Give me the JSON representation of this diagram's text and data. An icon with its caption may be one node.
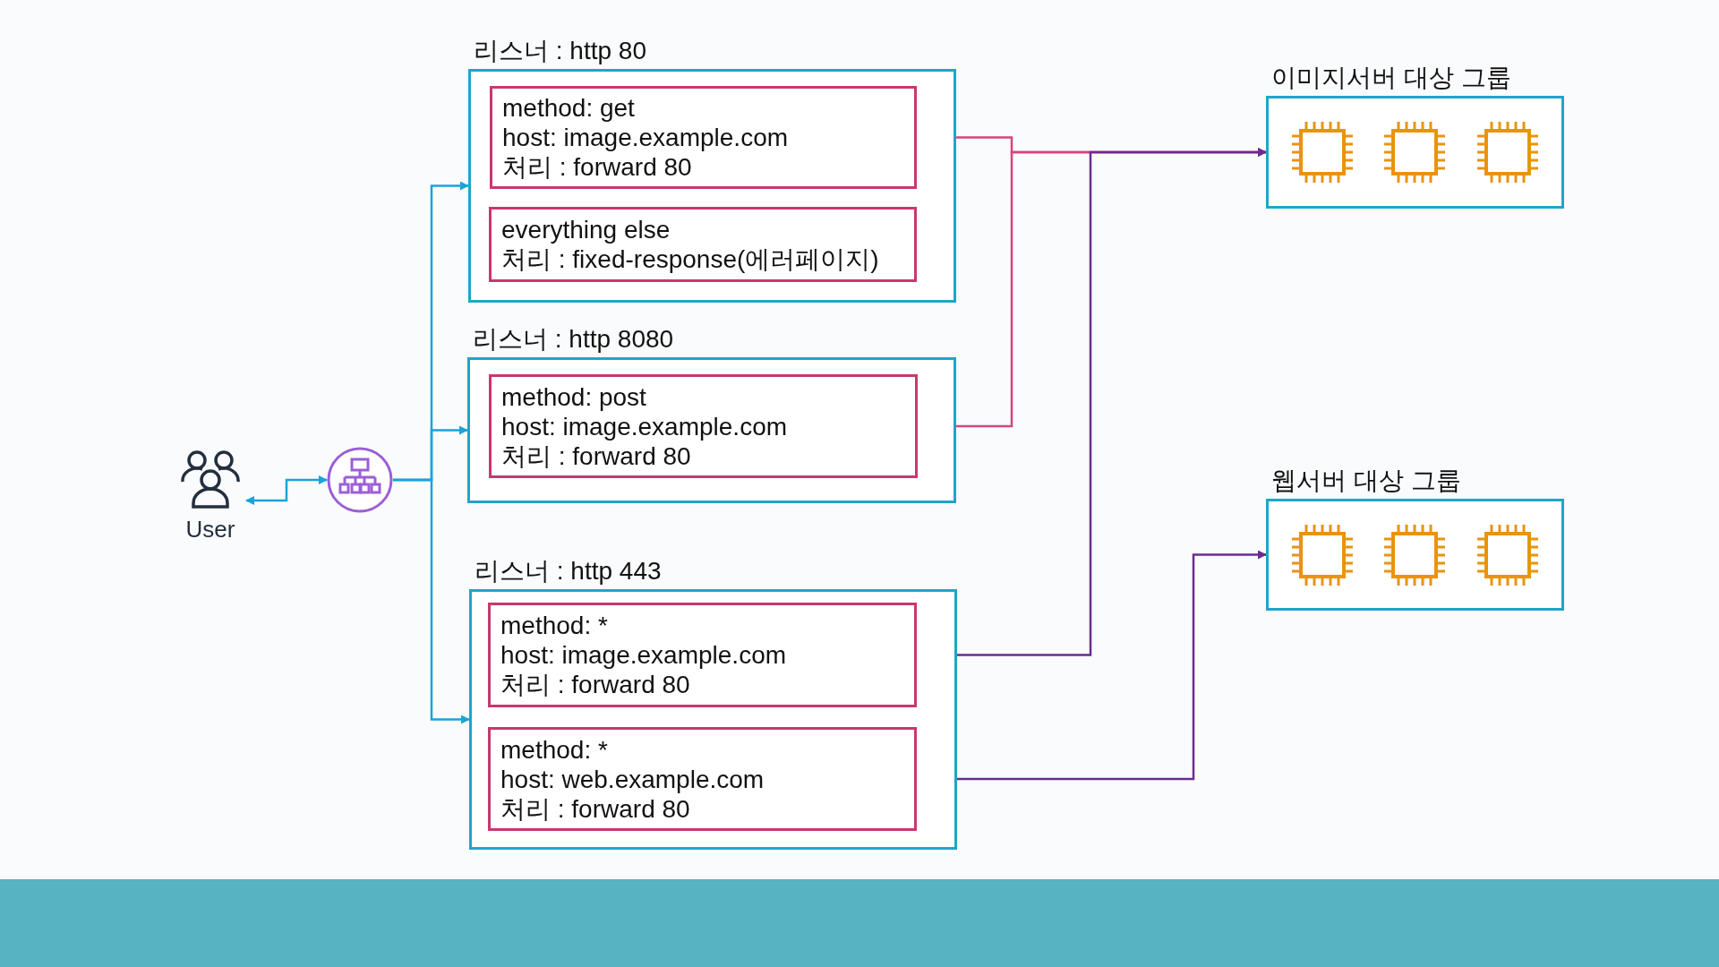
{
  "diagram": {
    "nodes": [
      {
        "text": [
          "User"
        ]
      },
      {
        "text": [],
        "shape": "circle"
      },
      {
        "text": [
          "리스너 : http 80"
        ]
      },
      {
        "text": [
          "method: get",
          "host: image.example.com",
          "처리 : forward 80"
        ],
        "in": 2
      },
      {
        "text": [
          "everything else",
          "처리 : fixed-response(에러페이지)"
        ],
        "in": 2
      },
      {
        "text": [
          "리스너 : http 8080"
        ]
      },
      {
        "text": [
          "method: post",
          "host: image.example.com",
          "처리 : forward 80"
        ],
        "in": 5
      },
      {
        "text": [
          "리스너 : http 443"
        ]
      },
      {
        "text": [
          "method: *",
          "host: image.example.com",
          "처리 : forward 80"
        ],
        "in": 7
      },
      {
        "text": [
          "method: *",
          "host: web.example.com",
          "처리 : forward 80"
        ],
        "in": 7
      },
      {
        "text": [
          "이미지서버 대상 그룹"
        ]
      },
      {
        "text": [
          "웹서버 대상 그룹"
        ]
      }
    ],
    "edges": [
      {
        "from": 0,
        "to": 1,
        "arrow": "both",
        "color": "#1ba3d9"
      },
      {
        "from": 1,
        "to": 2,
        "arrow": "to",
        "color": "#1ba3d9"
      },
      {
        "from": 1,
        "to": 5,
        "arrow": "to",
        "color": "#1ba3d9"
      },
      {
        "from": 1,
        "to": 7,
        "arrow": "to",
        "color": "#1ba3d9"
      },
      {
        "from": 3,
        "to": 10,
        "arrow": "to",
        "color": "#d6457f"
      },
      {
        "from": 6,
        "to": 10,
        "arrow": "to",
        "color": "#d6457f"
      },
      {
        "from": 8,
        "to": 10,
        "arrow": "to",
        "color": "#6b2c91"
      },
      {
        "from": 9,
        "to": 11,
        "arrow": "to",
        "color": "#6b2c91"
      }
    ]
  }
}
